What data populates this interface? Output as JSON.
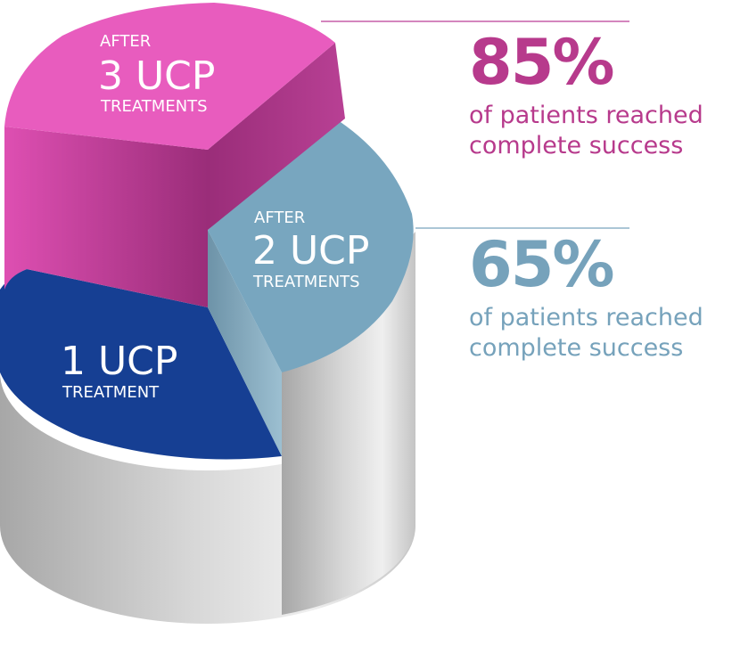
{
  "colors": {
    "magenta": "#e85cbe",
    "magenta_dark": "#a83383",
    "steel_blue": "#78a6bf",
    "navy": "#163f93",
    "cylinder_gray": "#c8c8c8",
    "stat1_text": "#b73a8c",
    "stat2_text": "#76a2bb"
  },
  "chart_data": {
    "type": "pie",
    "style": "3d-cylinder",
    "slices": [
      {
        "label_top": "AFTER",
        "label_main": "3 UCP",
        "label_bottom": "TREATMENTS",
        "color": "#e85cbe"
      },
      {
        "label_top": "AFTER",
        "label_main": "2 UCP",
        "label_bottom": "TREATMENTS",
        "color": "#78a6bf"
      },
      {
        "label_main": "1 UCP",
        "label_bottom": "TREATMENT",
        "color": "#163f93"
      }
    ],
    "annotations": [
      {
        "value": "85%",
        "text_line1": "of patients reached",
        "text_line2": "complete success",
        "color": "#b73a8c"
      },
      {
        "value": "65%",
        "text_line1": "of patients reached",
        "text_line2": "complete success",
        "color": "#76a2bb"
      }
    ]
  }
}
